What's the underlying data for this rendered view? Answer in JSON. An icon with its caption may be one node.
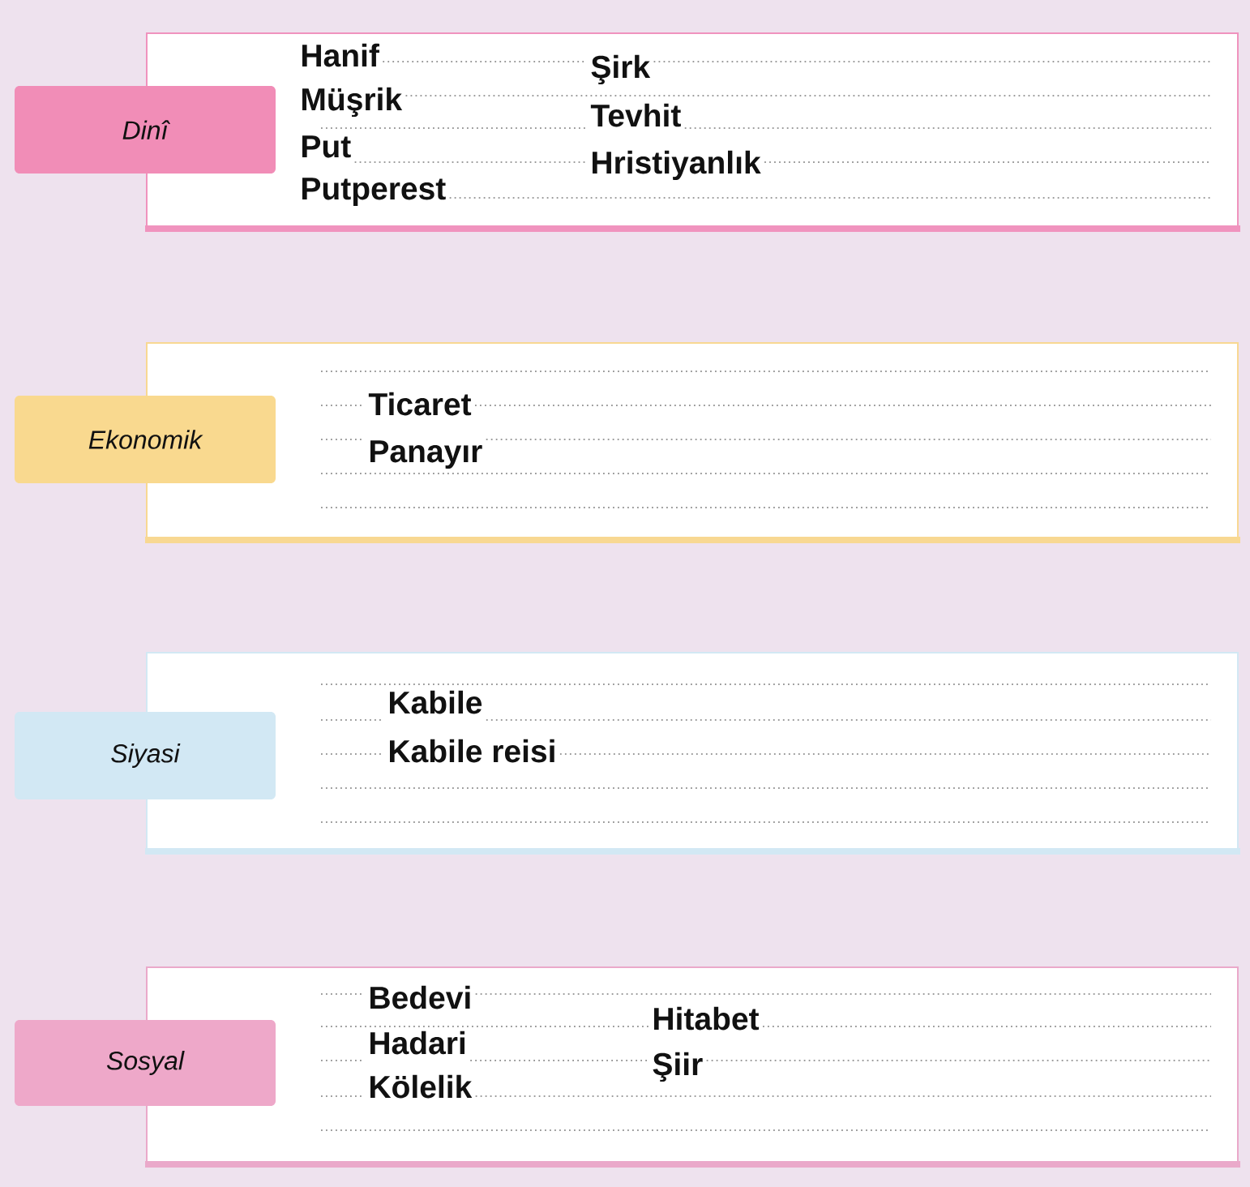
{
  "diagram": {
    "nodes": [
      {
        "text": [
          "Dinî"
        ]
      },
      {
        "text": [
          "Hanif",
          "Müşrik",
          "Put",
          "Putperest",
          "Şirk",
          "Tevhit",
          "Hristiyanlık"
        ]
      },
      {
        "text": [
          "Ekonomik"
        ]
      },
      {
        "text": [
          "Ticaret",
          "Panayır"
        ]
      },
      {
        "text": [
          "Siyasi"
        ]
      },
      {
        "text": [
          "Kabile",
          "Kabile reisi"
        ]
      },
      {
        "text": [
          "Sosyal"
        ]
      },
      {
        "text": [
          "Bedevi",
          "Hadari",
          "Kölelik",
          "Hitabet",
          "Şiir"
        ]
      }
    ]
  }
}
